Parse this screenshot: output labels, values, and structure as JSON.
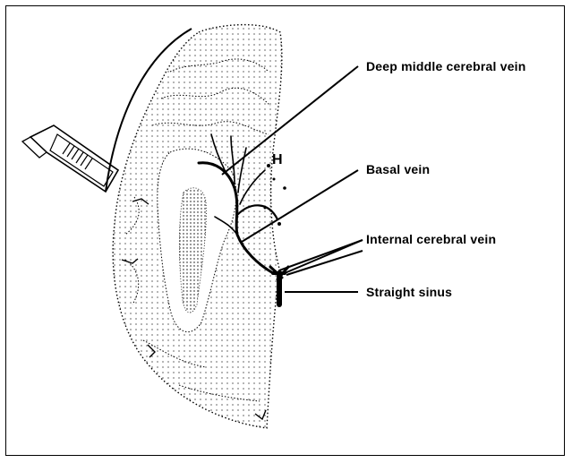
{
  "labels": {
    "deep_middle_cerebral_vein": "Deep middle cerebral vein",
    "basal_vein": "Basal vein",
    "internal_cerebral_vein": "Internal cerebral vein",
    "straight_sinus": "Straight sinus"
  },
  "marker": "H",
  "colors": {
    "ink": "#000000",
    "paper": "#ffffff"
  }
}
